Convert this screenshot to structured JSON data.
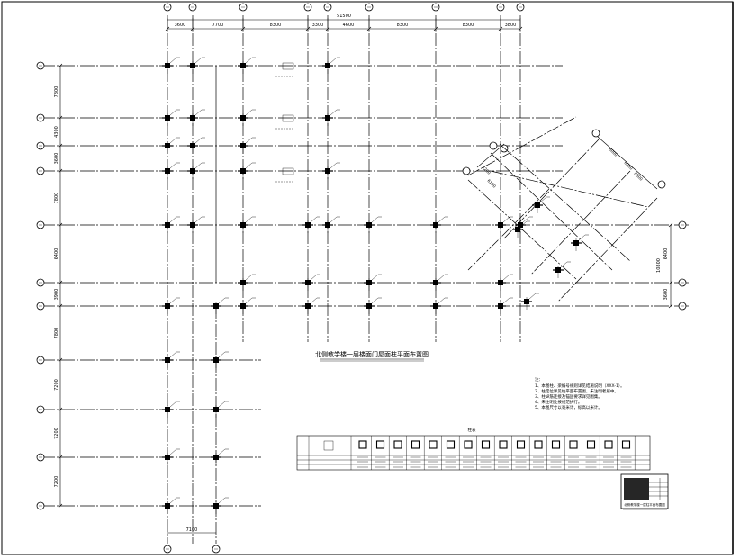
{
  "drawing": {
    "title": "北侧教学楼一层楼面门屋面柱平面布置图",
    "overall_dimension": "51500",
    "top_dimensions": [
      "3600",
      "7700",
      "8300",
      "3300",
      "4600",
      "8300",
      "8300",
      "3800"
    ],
    "left_dimensions": [
      "7800",
      "4300",
      "3600",
      "7800",
      "6400",
      "3900",
      "7800",
      "7200",
      "7200",
      "7200"
    ],
    "bottom_dimension": "7100",
    "right_dimensions": [
      "6400",
      "10800",
      "3600"
    ],
    "diag_dimensions": [
      "3200",
      "6100",
      "6000",
      "6000",
      "8800"
    ],
    "notes_title": "注：",
    "notes": [
      "1、本图柱、梁编号规则详见结施说明（XXX-1）。",
      "2、柱定位详见柱平面布置图，未注明者居中。",
      "3、柱纵筋连接及锚固要求详见图集。",
      "4、未注明处按规范执行。",
      "5、本图尺寸以毫米计，标高以米计。"
    ],
    "schedule_title": "柱表",
    "title_block_caption": "北侧教学楼一层柱平面布置图"
  },
  "colors": {
    "line": "#000000",
    "background": "#ffffff"
  }
}
